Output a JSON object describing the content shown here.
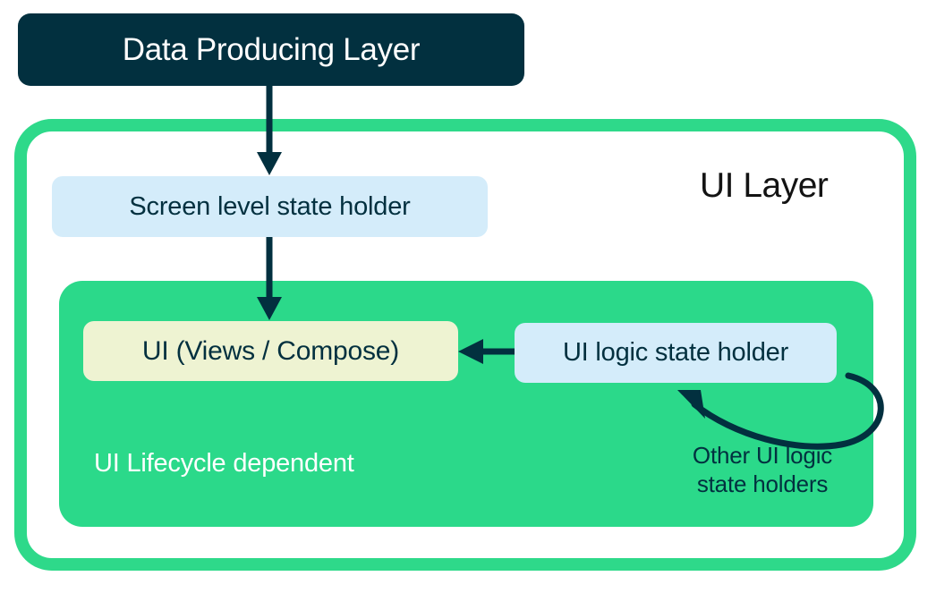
{
  "diagram": {
    "title_box": {
      "label": "Data Producing Layer",
      "fill": "#02303F",
      "text_color": "#FFFFFF"
    },
    "ui_layer": {
      "title": "UI Layer",
      "border_color": "#2ED98A",
      "title_color": "#131313"
    },
    "screen_state_holder": {
      "label": "Screen level state holder",
      "fill": "#D4ECFA",
      "text_color": "#02303F"
    },
    "lifecycle_panel": {
      "label": "UI Lifecycle dependent",
      "fill": "#2BD98A",
      "text_color": "#FFFFFF"
    },
    "ui_views": {
      "label": "UI (Views / Compose)",
      "fill": "#EEF3D2",
      "text_color": "#02303F"
    },
    "ui_logic_state_holder": {
      "label": "UI logic state holder",
      "fill": "#D4ECFA",
      "text_color": "#02303F"
    },
    "other_holders": {
      "line1": "Other UI logic",
      "line2": "state holders",
      "text_color": "#02303F"
    },
    "arrows": {
      "color": "#02303F",
      "items": [
        {
          "name": "arrow-data-to-screen-state",
          "from": "Data Producing Layer",
          "to": "Screen level state holder",
          "direction": "down"
        },
        {
          "name": "arrow-screen-state-to-ui",
          "from": "Screen level state holder",
          "to": "UI (Views / Compose)",
          "direction": "down"
        },
        {
          "name": "arrow-ui-logic-to-ui",
          "from": "UI logic state holder",
          "to": "UI (Views / Compose)",
          "direction": "left"
        },
        {
          "name": "arrow-other-holders-loop",
          "from": "UI logic state holder",
          "to": "UI logic state holder",
          "direction": "curved-loop"
        }
      ]
    }
  }
}
